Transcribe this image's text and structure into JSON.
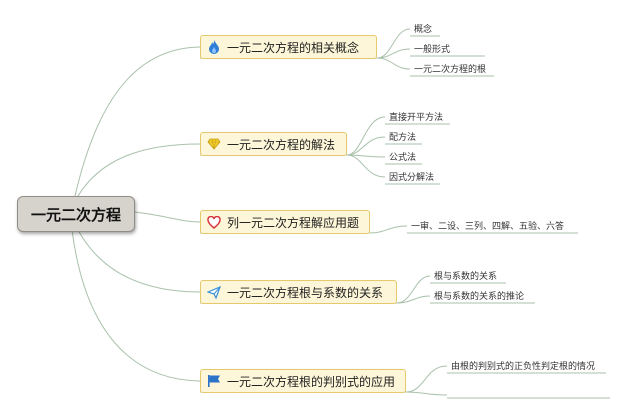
{
  "root": {
    "label": "一元二次方程"
  },
  "branches": [
    {
      "label": "一元二次方程的相关概念",
      "icon": "flame-icon",
      "leaves": [
        "概念",
        "一般形式",
        "一元二次方程的根"
      ]
    },
    {
      "label": "一元二次方程的解法",
      "icon": "gem-icon",
      "leaves": [
        "直接开平方法",
        "配方法",
        "公式法",
        "因式分解法"
      ]
    },
    {
      "label": "列一元二次方程解应用题",
      "icon": "heart-icon",
      "leaves": [
        "一审、二设、三列、四解、五验、六答"
      ]
    },
    {
      "label": "一元二次方程根与系数的关系",
      "icon": "paper-plane-icon",
      "leaves": [
        "根与系数的关系",
        "根与系数的关系的推论"
      ]
    },
    {
      "label": "一元二次方程根的判别式的应用",
      "icon": "flag-icon",
      "leaves": [
        "由根的判别式的正负性判定根的情况",
        ""
      ]
    }
  ],
  "colors": {
    "link": "#a9c1ab",
    "branch_fill": "#fdf6d8",
    "branch_border": "#e6c96a",
    "root_fill": "#d5d3cb"
  }
}
